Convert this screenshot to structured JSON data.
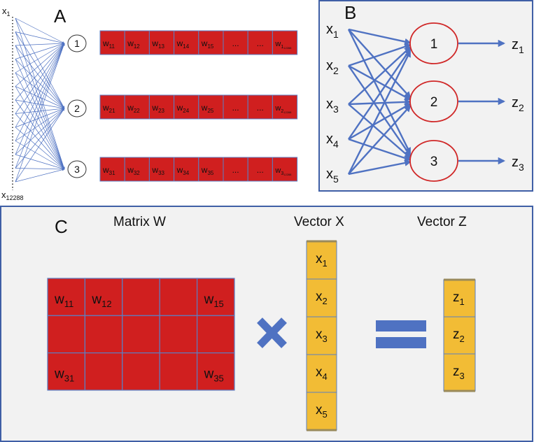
{
  "colors": {
    "weight_fill": "#d01f1f",
    "weight_stroke": "#5b7fc4",
    "vector_fill": "#f2bc35",
    "vector_stroke": "#9a8a5a",
    "arrow": "#4f72c2",
    "neuron_stroke_b": "#d02828",
    "panel_border": "#3f5fa6",
    "panel_c_bg": "#f2f2f2",
    "panel_b_bg": "#f2f2f2"
  },
  "panel_a": {
    "letter": "A",
    "input_top": {
      "base": "x",
      "sub": "1"
    },
    "input_bottom": {
      "base": "x",
      "sub": "12288"
    },
    "neurons": [
      "1",
      "2",
      "3"
    ],
    "weight_rows": [
      [
        {
          "b": "w",
          "s": "11"
        },
        {
          "b": "w",
          "s": "12"
        },
        {
          "b": "w",
          "s": "13"
        },
        {
          "b": "w",
          "s": "14"
        },
        {
          "b": "w",
          "s": "15"
        },
        {
          "b": "...",
          "s": ""
        },
        {
          "b": "...",
          "s": ""
        },
        {
          "b": "w",
          "s": "1"
        }
      ],
      [
        {
          "b": "w",
          "s": "21"
        },
        {
          "b": "w",
          "s": "22"
        },
        {
          "b": "w",
          "s": "23"
        },
        {
          "b": "w",
          "s": "24"
        },
        {
          "b": "w",
          "s": "25"
        },
        {
          "b": "...",
          "s": ""
        },
        {
          "b": "...",
          "s": ""
        },
        {
          "b": "w",
          "s": "2"
        }
      ],
      [
        {
          "b": "w",
          "s": "31"
        },
        {
          "b": "w",
          "s": "32"
        },
        {
          "b": "w",
          "s": "33"
        },
        {
          "b": "w",
          "s": "34"
        },
        {
          "b": "w",
          "s": "35"
        },
        {
          "b": "...",
          "s": ""
        },
        {
          "b": "...",
          "s": ""
        },
        {
          "b": "w",
          "s": "3"
        }
      ]
    ],
    "last_cell_subsub": "12288"
  },
  "panel_b": {
    "letter": "B",
    "inputs": [
      {
        "b": "x",
        "s": "1"
      },
      {
        "b": "x",
        "s": "2"
      },
      {
        "b": "x",
        "s": "3"
      },
      {
        "b": "x",
        "s": "4"
      },
      {
        "b": "x",
        "s": "5"
      }
    ],
    "neurons": [
      "1",
      "2",
      "3"
    ],
    "outputs": [
      {
        "b": "z",
        "s": "1"
      },
      {
        "b": "z",
        "s": "2"
      },
      {
        "b": "z",
        "s": "3"
      }
    ]
  },
  "panel_c": {
    "letter": "C",
    "matrix_title": "Matrix W",
    "vector_x_title": "Vector X",
    "vector_z_title": "Vector Z",
    "matrix_cells": [
      [
        {
          "b": "w",
          "s": "11"
        },
        {
          "b": "w",
          "s": "12"
        },
        {
          "b": "",
          "s": ""
        },
        {
          "b": "",
          "s": ""
        },
        {
          "b": "w",
          "s": "15"
        }
      ],
      [
        {
          "b": "",
          "s": ""
        },
        {
          "b": "",
          "s": ""
        },
        {
          "b": "",
          "s": ""
        },
        {
          "b": "",
          "s": ""
        },
        {
          "b": "",
          "s": ""
        }
      ],
      [
        {
          "b": "w",
          "s": "31"
        },
        {
          "b": "",
          "s": ""
        },
        {
          "b": "",
          "s": ""
        },
        {
          "b": "",
          "s": ""
        },
        {
          "b": "w",
          "s": "35"
        }
      ]
    ],
    "vector_x": [
      {
        "b": "x",
        "s": "1"
      },
      {
        "b": "x",
        "s": "2"
      },
      {
        "b": "x",
        "s": "3"
      },
      {
        "b": "x",
        "s": "4"
      },
      {
        "b": "x",
        "s": "5"
      }
    ],
    "vector_z": [
      {
        "b": "z",
        "s": "1"
      },
      {
        "b": "z",
        "s": "2"
      },
      {
        "b": "z",
        "s": "3"
      }
    ]
  }
}
